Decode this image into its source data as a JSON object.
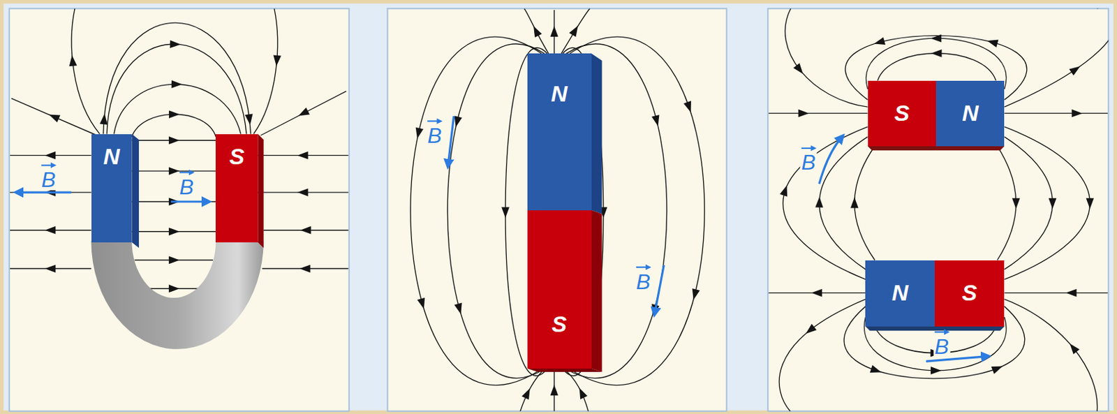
{
  "diagram": {
    "nodes": [
      {
        "text": [
          "N"
        ]
      },
      {
        "text": [
          "S"
        ]
      },
      {
        "text": [
          "N"
        ]
      },
      {
        "text": [
          "S"
        ]
      },
      {
        "text": [
          "S"
        ]
      },
      {
        "text": [
          "N"
        ]
      },
      {
        "text": [
          "N"
        ]
      },
      {
        "text": [
          "S"
        ]
      }
    ],
    "labels": [
      "B",
      "B",
      "B",
      "B",
      "B",
      "B"
    ]
  }
}
